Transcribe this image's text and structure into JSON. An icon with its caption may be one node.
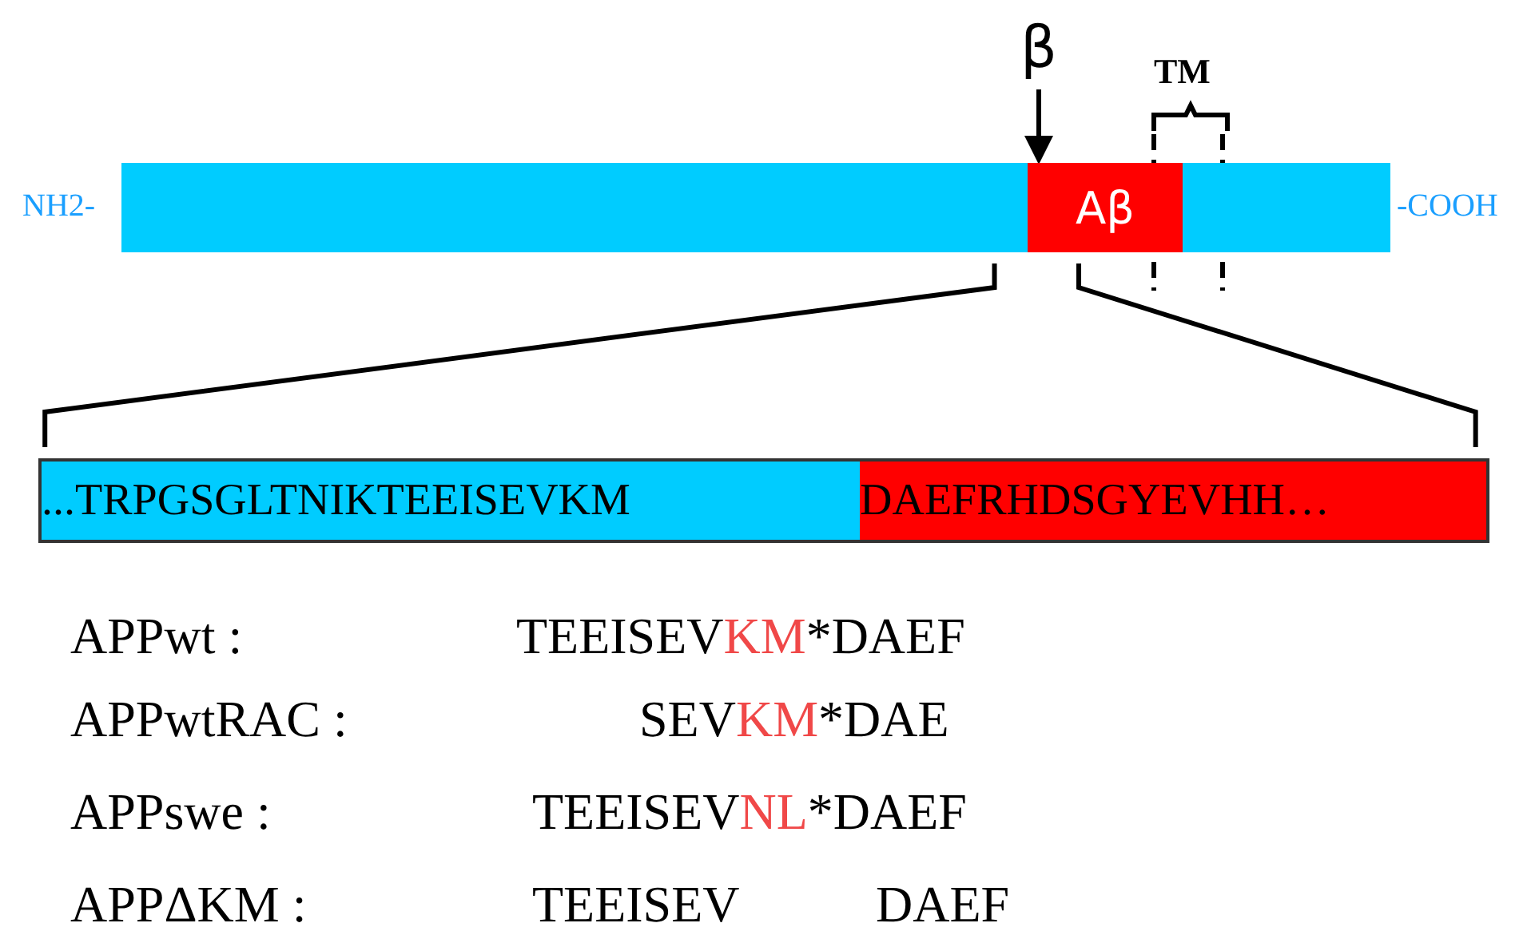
{
  "diagram": {
    "nodes": [
      {
        "text": [],
        "shape": "bar",
        "beside": [
          "NH2-",
          "-COOH"
        ]
      },
      {
        "text": [
          "Aβ"
        ],
        "in": 0
      },
      {
        "text": [
          "β"
        ]
      },
      {
        "text": [
          "...TRPGSGLTNIKTEEISEVKM"
        ]
      },
      {
        "text": [
          "DAEFRHDSGYEVHH…"
        ]
      }
    ],
    "edges": [
      {
        "from": 2,
        "to": 0,
        "arrow": "to"
      },
      {
        "from": 0,
        "to": 3,
        "arrow": "none"
      },
      {
        "from": 1,
        "to": 4,
        "arrow": "none"
      }
    ],
    "labels": [
      "TM",
      "APPwt :",
      "TEEISEV",
      "KM",
      "*DAEF",
      "APPwtRAC :",
      "SEV",
      "KM",
      "*DAE",
      "APPswe :",
      "TEEISEV",
      "NL",
      "*DAEF",
      "APPΔKM :",
      "TEEISEV",
      "DAEF"
    ]
  }
}
